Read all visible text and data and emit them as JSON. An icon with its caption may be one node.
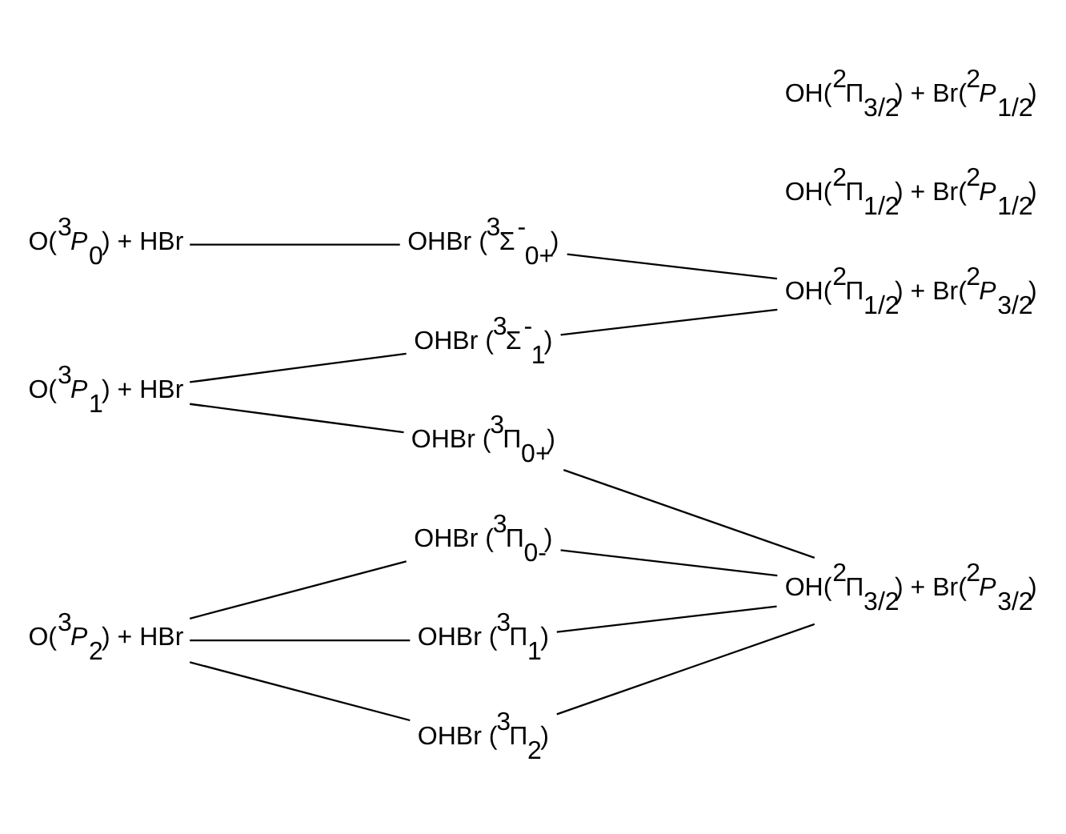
{
  "diagram": {
    "nodes": [
      {
        "text": [
          "O($^{3}$*P*$_{0}$) + HBr"
        ]
      },
      {
        "text": [
          "O($^{3}$*P*$_{1}$) + HBr"
        ]
      },
      {
        "text": [
          "O($^{3}$*P*$_{2}$) + HBr"
        ]
      },
      {
        "text": [
          "OHBr ($^{3}$Σ$^{-}$$_{0+}$)"
        ]
      },
      {
        "text": [
          "OHBr ($^{3}$Σ$^{-}$$_{1}$)"
        ]
      },
      {
        "text": [
          "OHBr ($^{3}$Π$_{0+}$)"
        ]
      },
      {
        "text": [
          "OHBr ($^{3}$Π$_{0-}$)"
        ]
      },
      {
        "text": [
          "OHBr ($^{3}$Π$_{1}$)"
        ]
      },
      {
        "text": [
          "OHBr ($^{3}$Π$_{2}$)"
        ]
      },
      {
        "text": [
          "OH($^{2}$Π$_{1/2}$) + Br($^{2}$*P*$_{1/2}$)"
        ]
      },
      {
        "text": [
          "OH($^{2}$Π$_{3/2}$) + Br($^{2}$*P*$_{1/2}$)"
        ]
      },
      {
        "text": [
          "OH($^{2}$Π$_{1/2}$) + Br($^{2}$*P*$_{3/2}$)"
        ]
      },
      {
        "text": [
          "OH($^{2}$Π$_{3/2}$) + Br($^{2}$*P*$_{3/2}$)"
        ]
      }
    ],
    "edges": [
      {
        "from": 0,
        "to": 3,
        "arrow": "none"
      },
      {
        "from": 1,
        "to": 4,
        "arrow": "none"
      },
      {
        "from": 1,
        "to": 5,
        "arrow": "none"
      },
      {
        "from": 2,
        "to": 6,
        "arrow": "none"
      },
      {
        "from": 2,
        "to": 7,
        "arrow": "none"
      },
      {
        "from": 2,
        "to": 8,
        "arrow": "none"
      },
      {
        "from": 3,
        "to": 11,
        "arrow": "none"
      },
      {
        "from": 4,
        "to": 11,
        "arrow": "none"
      },
      {
        "from": 5,
        "to": 12,
        "arrow": "none"
      },
      {
        "from": 6,
        "to": 12,
        "arrow": "none"
      },
      {
        "from": 7,
        "to": 12,
        "arrow": "none"
      },
      {
        "from": 8,
        "to": 12,
        "arrow": "none"
      }
    ]
  }
}
